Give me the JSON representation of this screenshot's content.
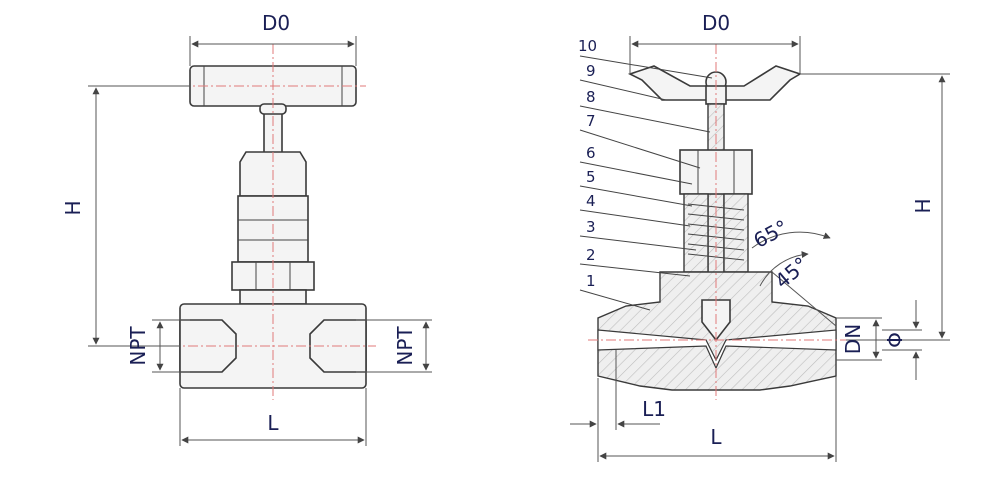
{
  "left_view": {
    "labels": {
      "d0": "D0",
      "h": "H",
      "npt_left": "NPT",
      "npt_right": "NPT",
      "l": "L"
    }
  },
  "right_view": {
    "labels": {
      "d0": "D0",
      "h": "H",
      "dn": "DN",
      "phi": "Φ",
      "l1": "L1",
      "l": "L",
      "angle_65": "65°",
      "angle_45": "45°"
    },
    "part_numbers": [
      "10",
      "9",
      "8",
      "7",
      "6",
      "5",
      "4",
      "3",
      "2",
      "1"
    ]
  },
  "colors": {
    "label": "#1a1f55",
    "centerline": "#e07a7a",
    "outline": "#3a3a3a",
    "fill": "#f4f4f4"
  }
}
